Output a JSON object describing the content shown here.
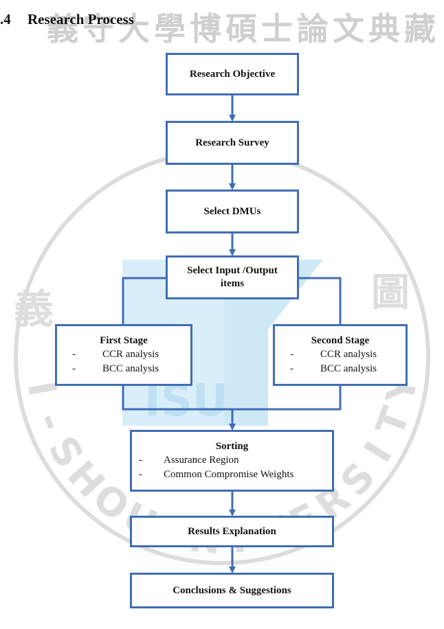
{
  "heading": {
    "number": ".4",
    "title": "Research Process"
  },
  "watermark": {
    "cjk": "義守大學博碩士論文典藏",
    "ring": [
      "I",
      "-",
      "S",
      "H",
      "O",
      "U",
      "U",
      "N",
      "I",
      "V",
      "E",
      "R",
      "S",
      "I",
      "T",
      "Y"
    ],
    "seal_left": "義",
    "seal_right": "圖"
  },
  "steps": {
    "objective": {
      "title": "Research Objective"
    },
    "survey": {
      "title": "Research Survey"
    },
    "dmus": {
      "title": "Select DMUs"
    },
    "io": {
      "title": "Select Input /Output items"
    },
    "first": {
      "title": "First Stage",
      "items": [
        {
          "marker": "-",
          "text": "CCR analysis"
        },
        {
          "marker": "-",
          "text": "BCC analysis"
        }
      ]
    },
    "second": {
      "title": "Second Stage",
      "items": [
        {
          "marker": "-",
          "text": "CCR analysis"
        },
        {
          "marker": "-",
          "text": "BCC analysis"
        }
      ]
    },
    "sorting": {
      "title": "Sorting",
      "items": [
        {
          "marker": "-",
          "text": "Assurance Region"
        },
        {
          "marker": "-",
          "text": "Common Compromise Weights"
        }
      ]
    },
    "results": {
      "title": "Results Explanation"
    },
    "conclusion": {
      "title": "Conclusions & Suggestions"
    }
  },
  "colors": {
    "box_border": "#3f6db3",
    "connector": "#3f6db3",
    "watermark": "#cfcfcf",
    "watermark_logo": "#d4ecf8"
  }
}
